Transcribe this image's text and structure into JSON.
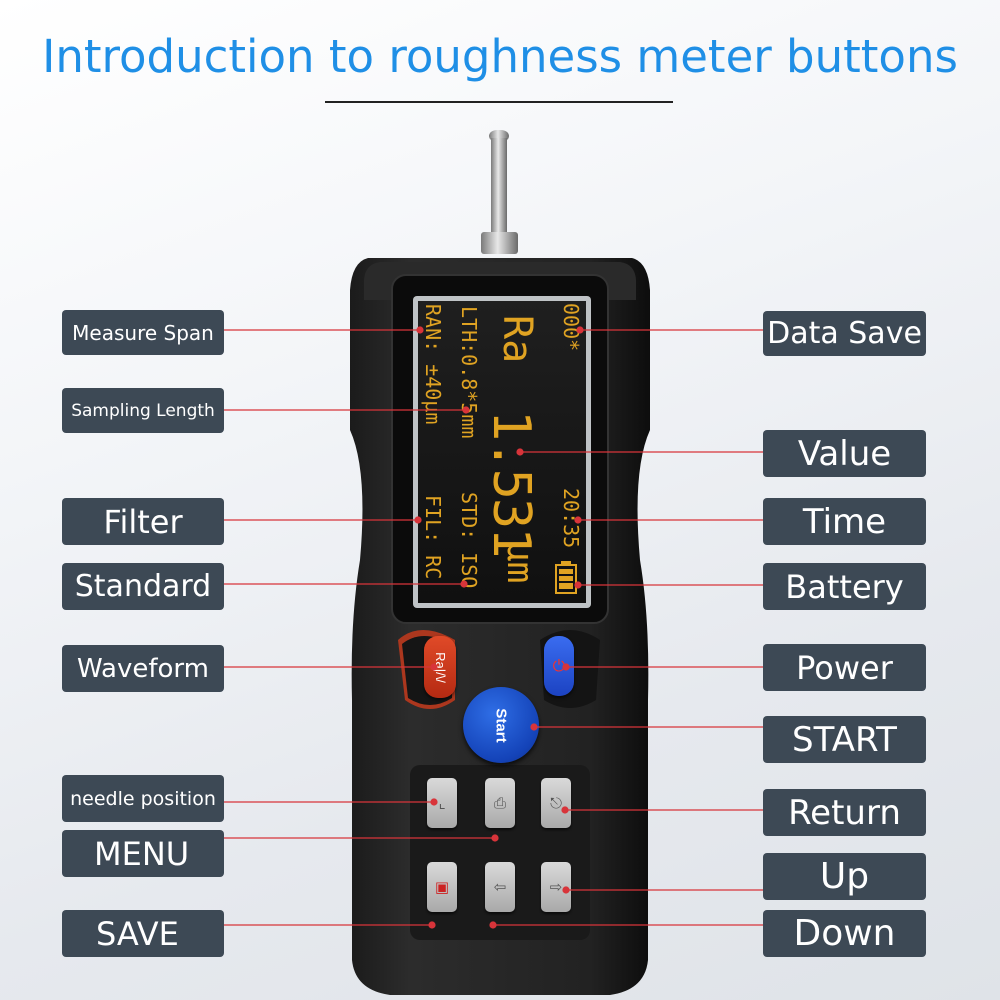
{
  "title": "Introduction to roughness meter buttons",
  "screen": {
    "line1": "000*",
    "ra_label": "Ra",
    "ra_value": "1.531",
    "ra_unit": "μm",
    "lth": "LTH:0.8*5mm",
    "std": "STD: ISO",
    "ran": "RAN: ±40μm",
    "fil": "FIL: RC",
    "time": "20:35"
  },
  "buttons": {
    "waveform": "Ra|/\\/",
    "start": "Start",
    "power_symbol": "⏻"
  },
  "labels_left": {
    "measure_span": "Measure Span",
    "sampling_length": "Sampling Length",
    "filter": "Filter",
    "standard": "Standard",
    "waveform": "Waveform",
    "needle_position": "needle position",
    "menu": "MENU",
    "save": "SAVE"
  },
  "labels_right": {
    "data_save": "Data Save",
    "value": "Value",
    "time": "Time",
    "battery": "Battery",
    "power": "Power",
    "start": "START",
    "return": "Return",
    "up": "Up",
    "down": "Down"
  },
  "colors": {
    "title": "#1f8fe6",
    "label_bg": "#3d4955",
    "lcd_text": "#e0a322",
    "leader_line": "#d8343a"
  }
}
